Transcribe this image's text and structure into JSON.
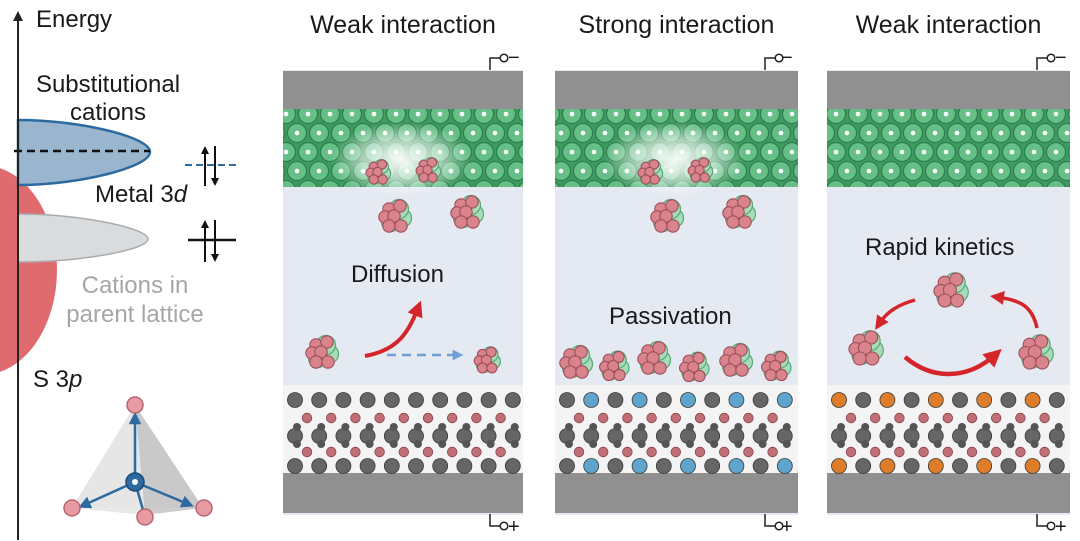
{
  "energy_diagram": {
    "axis_label": "Energy",
    "substitutional_label": "Substitutional\ncations",
    "metal_label_main": "Metal 3",
    "metal_label_italic": "d",
    "parent_label": "Cations in\nparent lattice",
    "s3p_main": "S 3",
    "s3p_italic": "p"
  },
  "panels": [
    {
      "title": "Weak interaction",
      "caption": "Diffusion",
      "top_terminal": "−",
      "bottom_terminal": "+"
    },
    {
      "title": "Strong interaction",
      "caption": "Passivation",
      "top_terminal": "−",
      "bottom_terminal": "+"
    },
    {
      "title": "Weak interaction",
      "caption": "Rapid kinetics",
      "top_terminal": "−",
      "bottom_terminal": "+"
    }
  ],
  "colors": {
    "substitutional_band": "#9ab6cf",
    "parent_band": "#d9dbdd",
    "s3p_band": "#e06b6e",
    "electrolyte": "#e4e9f2",
    "electrode_grey": "#909090",
    "zinc_green": "#3f9a62",
    "cluster_pink": "#d9838d",
    "cluster_green": "#a7dcba",
    "lattice_grey": "#666666",
    "lattice_red": "#bf6f75",
    "dopant_blue": "#5ea4cc",
    "dopant_orange": "#de7d29",
    "arrow_red": "#d5242a",
    "arrow_blue": "#6f9fd3",
    "tetra_blue": "#2c6aa0"
  }
}
